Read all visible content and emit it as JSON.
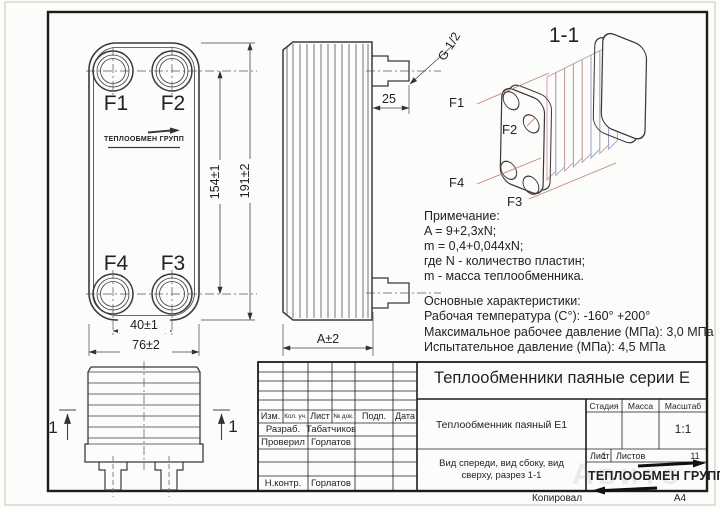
{
  "sheet": {
    "copied": "Копировал",
    "format": "А4",
    "watermark": "Авито"
  },
  "front_view": {
    "f1": "F1",
    "f2": "F2",
    "f4": "F4",
    "f3": "F3",
    "logo": "ТЕПЛООБМЕН ГРУПП",
    "dim_ports_vertical": "154±1",
    "dim_outer_vertical": "191±2",
    "dim_ports_horizontal": "40±1",
    "dim_outer_horizontal": "76±2"
  },
  "side_view": {
    "dim_port_length": "25",
    "dim_depth": "A±2",
    "thread": "G 1/2"
  },
  "top_view": {
    "section_left": "1",
    "section_right": "1"
  },
  "iso_view": {
    "label": "1-1",
    "f1": "F1",
    "f2": "F2",
    "f4": "F4",
    "f3": "F3"
  },
  "notes": {
    "title": "Примечание:",
    "line1": "A = 9+2,3xN;",
    "line2": "m = 0,4+0,044xN;",
    "line3": "где N - количество пластин;",
    "line4": "m - масса теплообменника."
  },
  "specs": {
    "title": "Основные характеристики:",
    "line1": "Рабочая температура (C°): -160° +200°",
    "line2": "Максимальное рабочее давление (МПа): 3,0 МПа",
    "line3": "Испытательное давление (МПа): 4,5 МПа"
  },
  "title_block": {
    "title": "Теплообменники паяные серии Е",
    "designation": "Теплообменник паяный Е1",
    "views_line1": "Вид спереди, вид сбоку, вид",
    "views_line2": "сверху, разрез 1-1",
    "headers": {
      "izm": "Изм.",
      "kol": "Кол. уч.",
      "list": "Лист",
      "ndok": "№ док.",
      "podp": "Подп.",
      "data": "Дата"
    },
    "rows": [
      {
        "role": "Разраб.",
        "name": "Табатчиков"
      },
      {
        "role": "Проверил",
        "name": "Горлатов"
      },
      {
        "role": "",
        "name": ""
      },
      {
        "role": "",
        "name": ""
      },
      {
        "role": "Н.контр.",
        "name": "Горлатов"
      }
    ],
    "stage_label": "Стадия",
    "mass_label": "Масса",
    "scale_label": "Масштаб",
    "scale_value": "1:1",
    "sheet_label": "Лист",
    "sheet_value": "1",
    "sheets_label": "Листов",
    "sheets_value": "11",
    "logo": "ТЕПЛООБМЕН ГРУПП"
  }
}
